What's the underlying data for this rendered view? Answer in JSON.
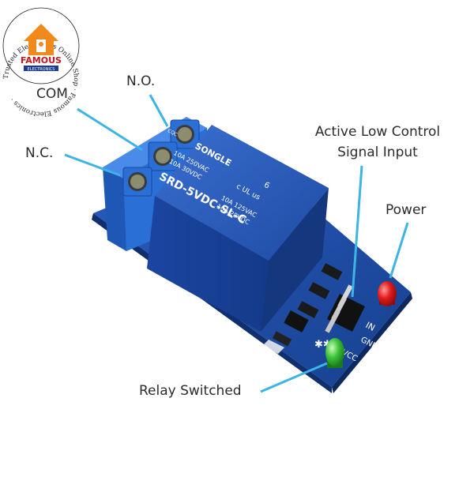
{
  "logo": {
    "ring_text": "Trusted Electronics Online Shop · Famous Electronics ·",
    "brand": "FAMOUS",
    "brand_sub": "ELECTRONICS"
  },
  "labels": {
    "no": "N.O.",
    "com": "COM",
    "nc": "N.C.",
    "control_line1": "Active Low Control",
    "control_line2": "Signal Input",
    "power": "Power",
    "relay_switched": "Relay Switched"
  },
  "relay": {
    "brand": "SONGLE",
    "model": "SRD-5VDC-SL-C",
    "rating_ac_left": "10A 250VAC",
    "rating_dc_left": "10A 30VDC",
    "rating_ac_right": "10A 125VAC",
    "rating_dc_right": "10A 28VDC",
    "cqc": "CQC",
    "ul": "c UL us",
    "pin_number": "6"
  },
  "board": {
    "pin_in": "IN",
    "pin_gnd": "GND",
    "pin_vcc": "VCC"
  },
  "colors": {
    "board_blue": "#1f4fa8",
    "relay_blue": "#2357b8",
    "terminal_blue": "#2a6fd6",
    "callout_line": "#3cb4e6",
    "led_red": "#e01a1a",
    "led_green": "#3cc23a",
    "logo_orange": "#f08a1c",
    "logo_red": "#c4161c"
  }
}
